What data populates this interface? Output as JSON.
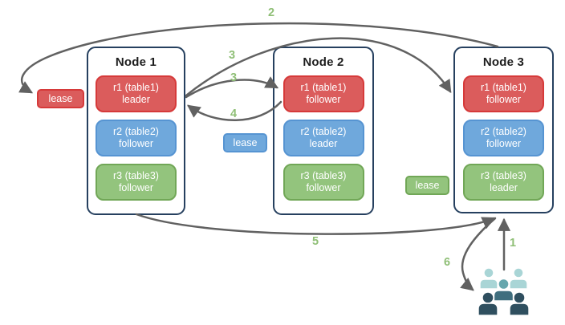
{
  "nodes": [
    {
      "title": "Node 1",
      "replicas": [
        {
          "range": "r1 (table1)",
          "role": "leader",
          "color": "red"
        },
        {
          "range": "r2 (table2)",
          "role": "follower",
          "color": "blue"
        },
        {
          "range": "r3 (table3)",
          "role": "follower",
          "color": "green"
        }
      ]
    },
    {
      "title": "Node 2",
      "replicas": [
        {
          "range": "r1 (table1)",
          "role": "follower",
          "color": "red"
        },
        {
          "range": "r2 (table2)",
          "role": "leader",
          "color": "blue"
        },
        {
          "range": "r3 (table3)",
          "role": "follower",
          "color": "green"
        }
      ]
    },
    {
      "title": "Node 3",
      "replicas": [
        {
          "range": "r1 (table1)",
          "role": "follower",
          "color": "red"
        },
        {
          "range": "r2 (table2)",
          "role": "follower",
          "color": "blue"
        },
        {
          "range": "r3 (table3)",
          "role": "leader",
          "color": "green"
        }
      ]
    }
  ],
  "leases": [
    {
      "label": "lease",
      "color": "red"
    },
    {
      "label": "lease",
      "color": "blue"
    },
    {
      "label": "lease",
      "color": "green"
    }
  ],
  "steps": {
    "s1": "1",
    "s2": "2",
    "s3a": "3",
    "s3b": "3",
    "s4": "4",
    "s5": "5",
    "s6": "6"
  },
  "icons": {
    "users": "users-group-icon"
  },
  "colors": {
    "red_fill": "#db5c5c",
    "red_border": "#d63a3a",
    "blue_fill": "#6fa8dc",
    "blue_border": "#5694d2",
    "green_fill": "#93c47d",
    "green_border": "#71a757",
    "node_border": "#26405f",
    "arrow": "#616161",
    "step_label": "#8fbf76",
    "users_light": "#a9d5d6",
    "users_mid_head": "#66a6ad",
    "users_mid_body": "#3f6e7e",
    "users_dark": "#2f4f5f"
  }
}
